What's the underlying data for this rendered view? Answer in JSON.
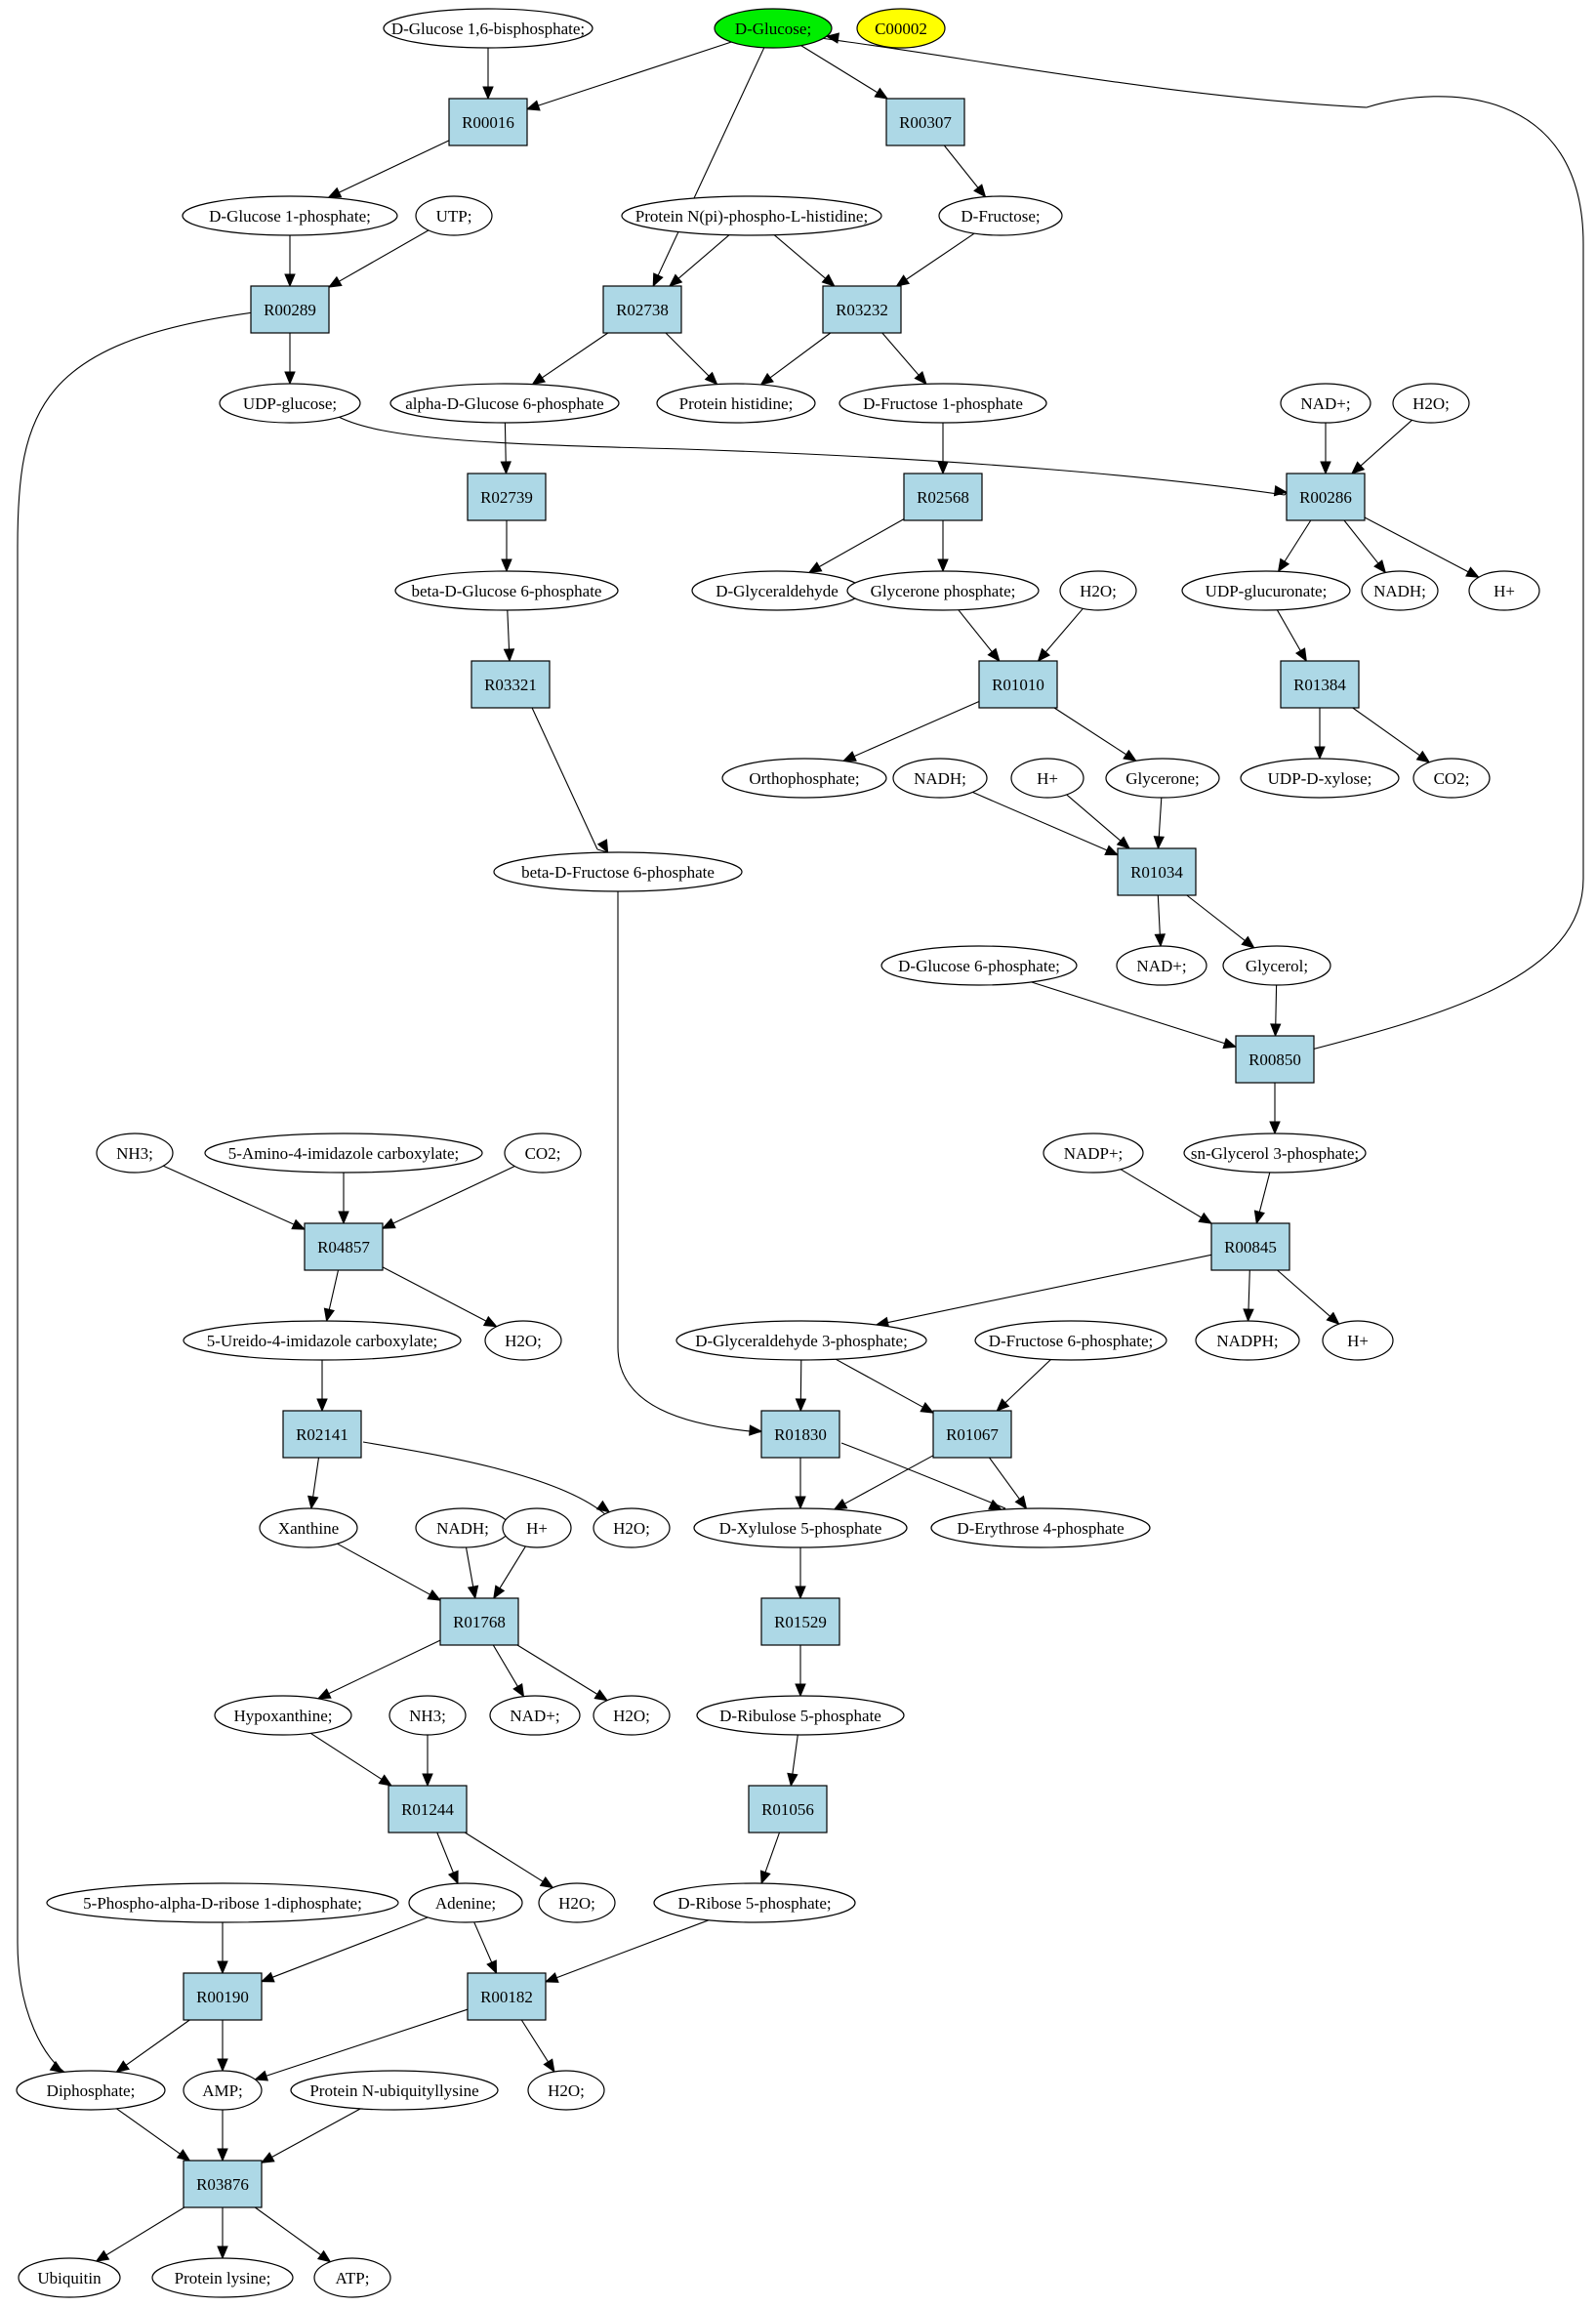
{
  "colors": {
    "query": "#00ee00",
    "legend": "#ffff00",
    "reaction": "#add8e6",
    "node": "#ffffff",
    "edge": "#000000"
  },
  "compounds": [
    {
      "id": "glc16bp",
      "label": "D-Glucose 1,6-bisphosphate;"
    },
    {
      "id": "glc",
      "label": "D-Glucose;",
      "fill": "#00ee00"
    },
    {
      "id": "c00002",
      "label": "C00002",
      "fill": "#ffff00"
    },
    {
      "id": "glc1p",
      "label": "D-Glucose 1-phosphate;"
    },
    {
      "id": "utp",
      "label": "UTP;"
    },
    {
      "id": "protnph",
      "label": "Protein N(pi)-phospho-L-histidine;"
    },
    {
      "id": "fru",
      "label": "D-Fructose;"
    },
    {
      "id": "udpglc",
      "label": "UDP-glucose;"
    },
    {
      "id": "aglc6p",
      "label": "alpha-D-Glucose 6-phosphate"
    },
    {
      "id": "prothis",
      "label": "Protein histidine;"
    },
    {
      "id": "fru1p",
      "label": "D-Fructose 1-phosphate"
    },
    {
      "id": "nadp_a",
      "label": "NAD+;"
    },
    {
      "id": "h2o_a",
      "label": "H2O;"
    },
    {
      "id": "bglc6p",
      "label": "beta-D-Glucose 6-phosphate"
    },
    {
      "id": "dglyald",
      "label": "D-Glyceraldehyde"
    },
    {
      "id": "gnp",
      "label": "Glycerone phosphate;"
    },
    {
      "id": "h2o_b",
      "label": "H2O;"
    },
    {
      "id": "udpglcua",
      "label": "UDP-glucuronate;"
    },
    {
      "id": "nadh_a",
      "label": "NADH;"
    },
    {
      "id": "hp_a",
      "label": "H+"
    },
    {
      "id": "pi",
      "label": "Orthophosphate;"
    },
    {
      "id": "nadh_b",
      "label": "NADH;"
    },
    {
      "id": "hp_b",
      "label": "H+"
    },
    {
      "id": "glycerone",
      "label": "Glycerone;"
    },
    {
      "id": "udpxyl",
      "label": "UDP-D-xylose;"
    },
    {
      "id": "co2_a",
      "label": "CO2;"
    },
    {
      "id": "bfru6p",
      "label": "beta-D-Fructose 6-phosphate"
    },
    {
      "id": "glc6p",
      "label": "D-Glucose 6-phosphate;"
    },
    {
      "id": "nadp_b",
      "label": "NAD+;"
    },
    {
      "id": "glycerol",
      "label": "Glycerol;"
    },
    {
      "id": "nh3_a",
      "label": "NH3;"
    },
    {
      "id": "aica",
      "label": "5-Amino-4-imidazole carboxylate;"
    },
    {
      "id": "co2_b",
      "label": "CO2;"
    },
    {
      "id": "nadpplus",
      "label": "NADP+;"
    },
    {
      "id": "g3p",
      "label": "sn-Glycerol 3-phosphate;"
    },
    {
      "id": "uica",
      "label": "5-Ureido-4-imidazole carboxylate;"
    },
    {
      "id": "h2o_c",
      "label": "H2O;"
    },
    {
      "id": "gap",
      "label": "D-Glyceraldehyde 3-phosphate;"
    },
    {
      "id": "f6p",
      "label": "D-Fructose 6-phosphate;"
    },
    {
      "id": "nadph",
      "label": "NADPH;"
    },
    {
      "id": "hp_c",
      "label": "H+"
    },
    {
      "id": "xanthine",
      "label": "Xanthine"
    },
    {
      "id": "nadh_c",
      "label": "NADH;"
    },
    {
      "id": "hp_d",
      "label": "H+"
    },
    {
      "id": "h2o_d",
      "label": "H2O;"
    },
    {
      "id": "xu5p",
      "label": "D-Xylulose 5-phosphate"
    },
    {
      "id": "e4p",
      "label": "D-Erythrose 4-phosphate"
    },
    {
      "id": "hypox",
      "label": "Hypoxanthine;"
    },
    {
      "id": "nh3_b",
      "label": "NH3;"
    },
    {
      "id": "nadp_c",
      "label": "NAD+;"
    },
    {
      "id": "h2o_e",
      "label": "H2O;"
    },
    {
      "id": "ru5p",
      "label": "D-Ribulose 5-phosphate"
    },
    {
      "id": "prpp",
      "label": "5-Phospho-alpha-D-ribose 1-diphosphate;"
    },
    {
      "id": "adenine",
      "label": "Adenine;"
    },
    {
      "id": "h2o_f",
      "label": "H2O;"
    },
    {
      "id": "r5p",
      "label": "D-Ribose 5-phosphate;"
    },
    {
      "id": "ppi",
      "label": "Diphosphate;"
    },
    {
      "id": "amp",
      "label": "AMP;"
    },
    {
      "id": "protub",
      "label": "Protein N-ubiquityllysine"
    },
    {
      "id": "h2o_g",
      "label": "H2O;"
    },
    {
      "id": "ubiquitin",
      "label": "Ubiquitin"
    },
    {
      "id": "protlys",
      "label": "Protein lysine;"
    },
    {
      "id": "atp",
      "label": "ATP;"
    }
  ],
  "reactions": [
    {
      "id": "R00016",
      "label": "R00016"
    },
    {
      "id": "R00307",
      "label": "R00307"
    },
    {
      "id": "R00289",
      "label": "R00289"
    },
    {
      "id": "R02738",
      "label": "R02738"
    },
    {
      "id": "R03232",
      "label": "R03232"
    },
    {
      "id": "R02739",
      "label": "R02739"
    },
    {
      "id": "R02568",
      "label": "R02568"
    },
    {
      "id": "R00286",
      "label": "R00286"
    },
    {
      "id": "R03321",
      "label": "R03321"
    },
    {
      "id": "R01010",
      "label": "R01010"
    },
    {
      "id": "R01384",
      "label": "R01384"
    },
    {
      "id": "R01034",
      "label": "R01034"
    },
    {
      "id": "R00850",
      "label": "R00850"
    },
    {
      "id": "R04857",
      "label": "R04857"
    },
    {
      "id": "R00845",
      "label": "R00845"
    },
    {
      "id": "R02141",
      "label": "R02141"
    },
    {
      "id": "R01830",
      "label": "R01830"
    },
    {
      "id": "R01067",
      "label": "R01067"
    },
    {
      "id": "R01768",
      "label": "R01768"
    },
    {
      "id": "R01529",
      "label": "R01529"
    },
    {
      "id": "R01244",
      "label": "R01244"
    },
    {
      "id": "R01056",
      "label": "R01056"
    },
    {
      "id": "R00190",
      "label": "R00190"
    },
    {
      "id": "R00182",
      "label": "R00182"
    },
    {
      "id": "R03876",
      "label": "R03876"
    }
  ],
  "edges": [
    [
      "glc16bp",
      "R00016"
    ],
    [
      "glc",
      "R00016"
    ],
    [
      "R00016",
      "glc1p"
    ],
    [
      "glc",
      "R00307"
    ],
    [
      "R00307",
      "fru"
    ],
    [
      "glc1p",
      "R00289"
    ],
    [
      "utp",
      "R00289"
    ],
    [
      "R00289",
      "udpglc"
    ],
    [
      "R00289",
      "ppi"
    ],
    [
      "glc",
      "R02738"
    ],
    [
      "protnph",
      "R02738"
    ],
    [
      "R02738",
      "aglc6p"
    ],
    [
      "R02738",
      "prothis"
    ],
    [
      "protnph",
      "R03232"
    ],
    [
      "fru",
      "R03232"
    ],
    [
      "R03232",
      "prothis"
    ],
    [
      "R03232",
      "fru1p"
    ],
    [
      "aglc6p",
      "R02739"
    ],
    [
      "R02739",
      "bglc6p"
    ],
    [
      "fru1p",
      "R02568"
    ],
    [
      "R02568",
      "dglyald"
    ],
    [
      "R02568",
      "gnp"
    ],
    [
      "udpglc",
      "R00286"
    ],
    [
      "nadp_a",
      "R00286"
    ],
    [
      "h2o_a",
      "R00286"
    ],
    [
      "R00286",
      "udpglcua"
    ],
    [
      "R00286",
      "nadh_a"
    ],
    [
      "R00286",
      "hp_a"
    ],
    [
      "bglc6p",
      "R03321"
    ],
    [
      "R03321",
      "bfru6p"
    ],
    [
      "gnp",
      "R01010"
    ],
    [
      "h2o_b",
      "R01010"
    ],
    [
      "R01010",
      "pi"
    ],
    [
      "R01010",
      "glycerone"
    ],
    [
      "udpglcua",
      "R01384"
    ],
    [
      "R01384",
      "udpxyl"
    ],
    [
      "R01384",
      "co2_a"
    ],
    [
      "nadh_b",
      "R01034"
    ],
    [
      "hp_b",
      "R01034"
    ],
    [
      "glycerone",
      "R01034"
    ],
    [
      "R01034",
      "nadp_b"
    ],
    [
      "R01034",
      "glycerol"
    ],
    [
      "glc6p",
      "R00850"
    ],
    [
      "glycerol",
      "R00850"
    ],
    [
      "R00850",
      "glc"
    ],
    [
      "R00850",
      "g3p"
    ],
    [
      "nh3_a",
      "R04857"
    ],
    [
      "aica",
      "R04857"
    ],
    [
      "co2_b",
      "R04857"
    ],
    [
      "R04857",
      "uica"
    ],
    [
      "R04857",
      "h2o_c"
    ],
    [
      "nadpplus",
      "R00845"
    ],
    [
      "g3p",
      "R00845"
    ],
    [
      "R00845",
      "gap"
    ],
    [
      "R00845",
      "nadph"
    ],
    [
      "R00845",
      "hp_c"
    ],
    [
      "uica",
      "R02141"
    ],
    [
      "R02141",
      "xanthine"
    ],
    [
      "R02141",
      "h2o_d"
    ],
    [
      "bfru6p",
      "R01830"
    ],
    [
      "gap",
      "R01830"
    ],
    [
      "R01830",
      "xu5p"
    ],
    [
      "R01830",
      "e4p"
    ],
    [
      "gap",
      "R01067"
    ],
    [
      "f6p",
      "R01067"
    ],
    [
      "R01067",
      "xu5p"
    ],
    [
      "R01067",
      "e4p"
    ],
    [
      "xanthine",
      "R01768"
    ],
    [
      "nadh_c",
      "R01768"
    ],
    [
      "hp_d",
      "R01768"
    ],
    [
      "R01768",
      "hypox"
    ],
    [
      "R01768",
      "nadp_c"
    ],
    [
      "R01768",
      "h2o_e"
    ],
    [
      "xu5p",
      "R01529"
    ],
    [
      "R01529",
      "ru5p"
    ],
    [
      "hypox",
      "R01244"
    ],
    [
      "nh3_b",
      "R01244"
    ],
    [
      "R01244",
      "adenine"
    ],
    [
      "R01244",
      "h2o_f"
    ],
    [
      "ru5p",
      "R01056"
    ],
    [
      "R01056",
      "r5p"
    ],
    [
      "prpp",
      "R00190"
    ],
    [
      "adenine",
      "R00190"
    ],
    [
      "R00190",
      "ppi"
    ],
    [
      "R00190",
      "amp"
    ],
    [
      "adenine",
      "R00182"
    ],
    [
      "r5p",
      "R00182"
    ],
    [
      "R00182",
      "amp"
    ],
    [
      "R00182",
      "h2o_g"
    ],
    [
      "ppi",
      "R03876"
    ],
    [
      "amp",
      "R03876"
    ],
    [
      "protub",
      "R03876"
    ],
    [
      "R03876",
      "ubiquitin"
    ],
    [
      "R03876",
      "protlys"
    ],
    [
      "R03876",
      "atp"
    ]
  ]
}
